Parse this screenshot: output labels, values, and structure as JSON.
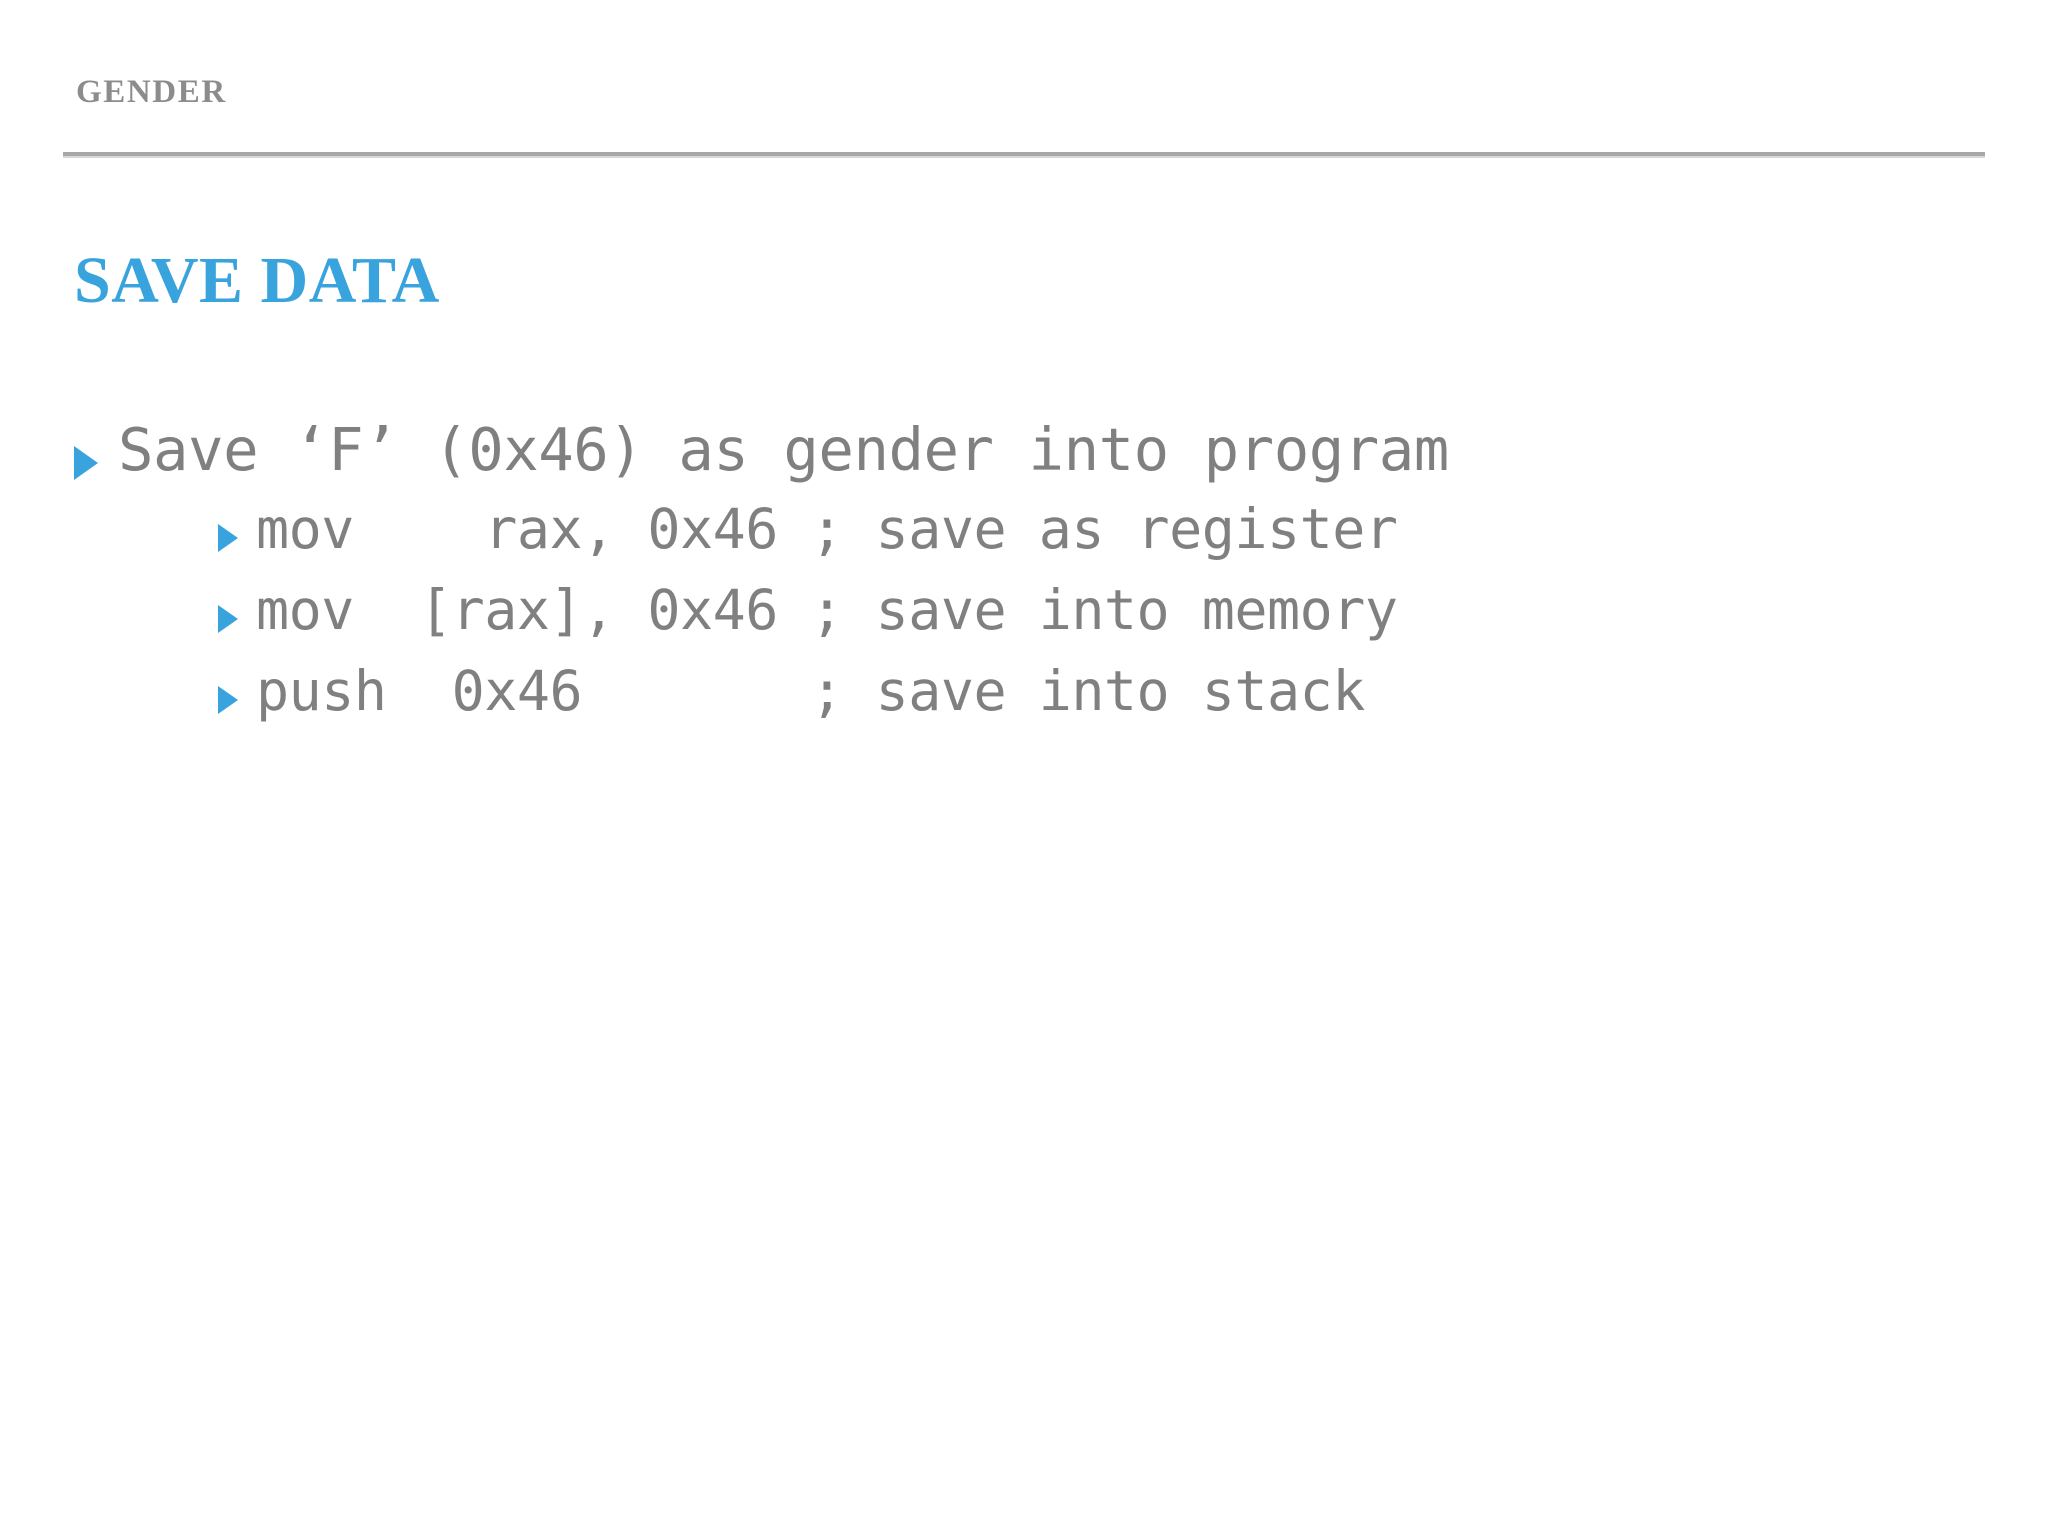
{
  "slide": {
    "header": {
      "label": "GENDER",
      "rule_color": "#a8a8a8"
    },
    "title": {
      "text": "SAVE DATA",
      "color": "#38a3dc"
    },
    "accent_color": "#38a3dc",
    "text_color": "#808080",
    "background_color": "#ffffff",
    "bullets": [
      {
        "level": 1,
        "marker": "triangle-right-bullet",
        "text": "Save ‘F’ (0x46) as gender into program"
      },
      {
        "level": 2,
        "marker": "triangle-right-bullet",
        "text": "mov    rax, 0x46 ; save as register"
      },
      {
        "level": 2,
        "marker": "triangle-right-bullet",
        "text": "mov  [rax], 0x46 ; save into memory"
      },
      {
        "level": 2,
        "marker": "triangle-right-bullet",
        "text": "push  0x46       ; save into stack"
      }
    ]
  }
}
